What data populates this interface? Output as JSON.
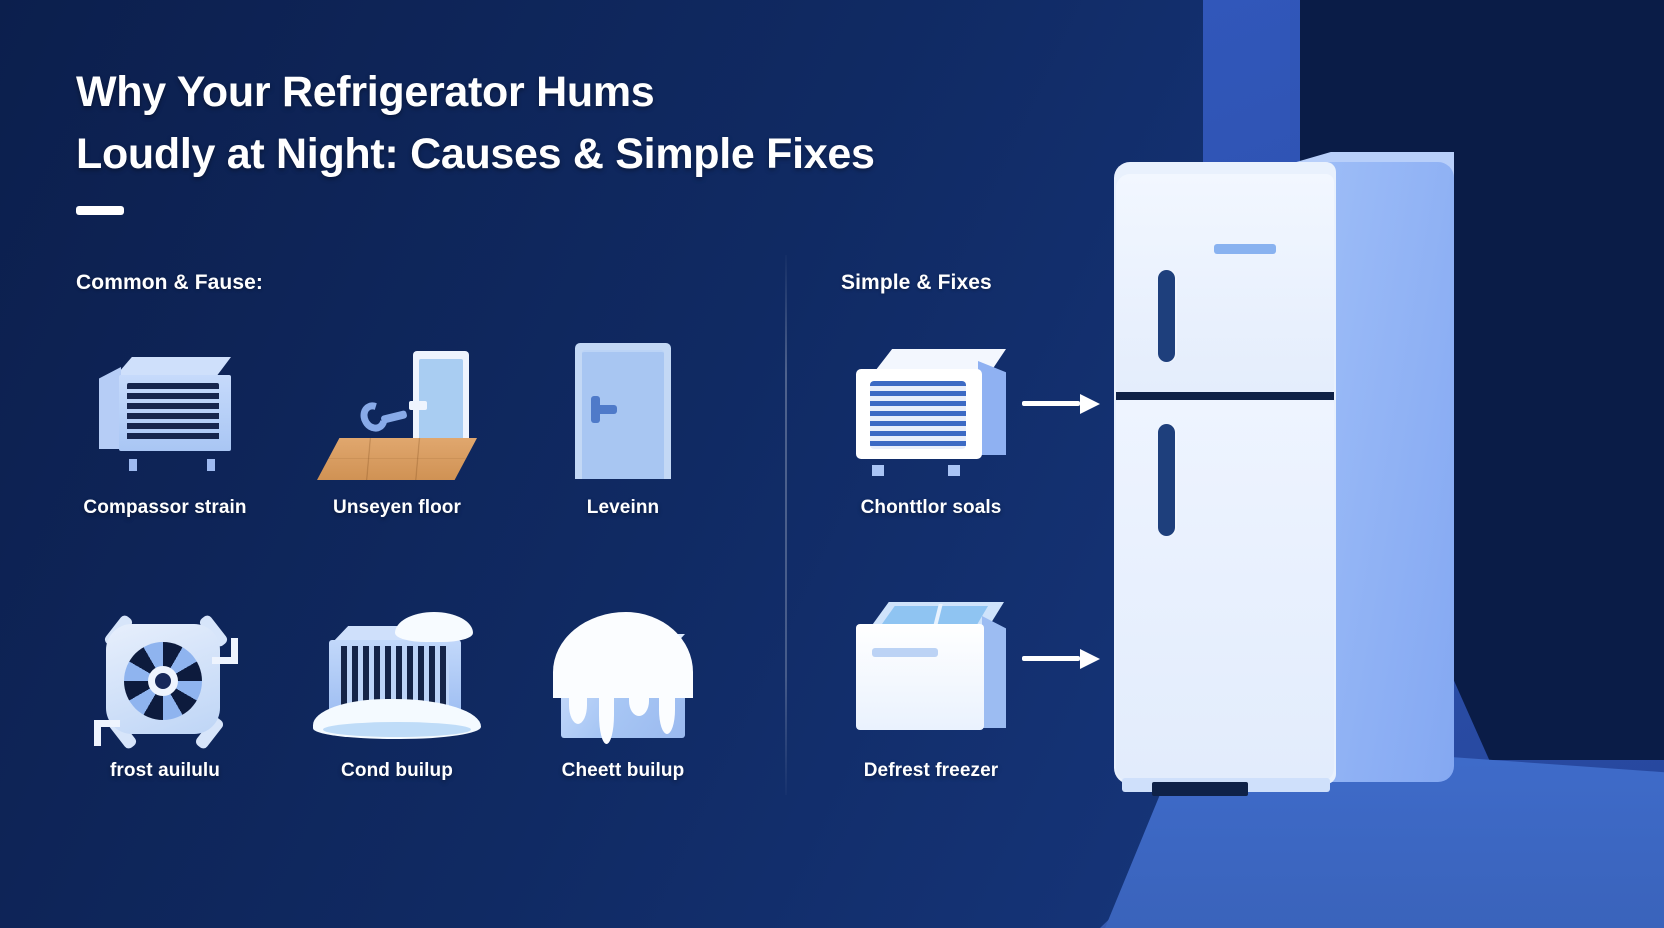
{
  "title": {
    "line1": "Why Your Refrigerator Hums",
    "line2": "Loudly at Night: Causes & Simple Fixes"
  },
  "columns": {
    "causes_heading": "Common & Fause:",
    "fixes_heading": "Simple & Fixes"
  },
  "causes": [
    {
      "label": "Compassor strain",
      "icon": "condenser-unit-icon"
    },
    {
      "label": "Unseyen floor",
      "icon": "uneven-floor-room-icon"
    },
    {
      "label": "Leveinn",
      "icon": "door-icon"
    },
    {
      "label": "frost auilulu",
      "icon": "fan-icon"
    },
    {
      "label": "Cond builup",
      "icon": "frosted-coil-icon"
    },
    {
      "label": "Cheett builup",
      "icon": "melting-ice-block-icon"
    }
  ],
  "fixes": [
    {
      "label": "Chonttlor soals",
      "icon": "clean-condenser-icon",
      "arrow": "arrow-right-icon"
    },
    {
      "label": "Defrest freezer",
      "icon": "freezer-unit-icon",
      "arrow": "arrow-right-icon"
    }
  ],
  "illustration": {
    "subject": "refrigerator-illustration"
  },
  "colors": {
    "background_dark": "#0e2452",
    "wall_blue": "#2d50a8",
    "floor_blue": "#3f6ccb",
    "accent_white": "#ffffff",
    "icon_light_blue": "#a9c6f4",
    "icon_dark_slat": "#16254d",
    "handle_navy": "#1e3f7c",
    "wood_floor": "#e0a76e"
  }
}
